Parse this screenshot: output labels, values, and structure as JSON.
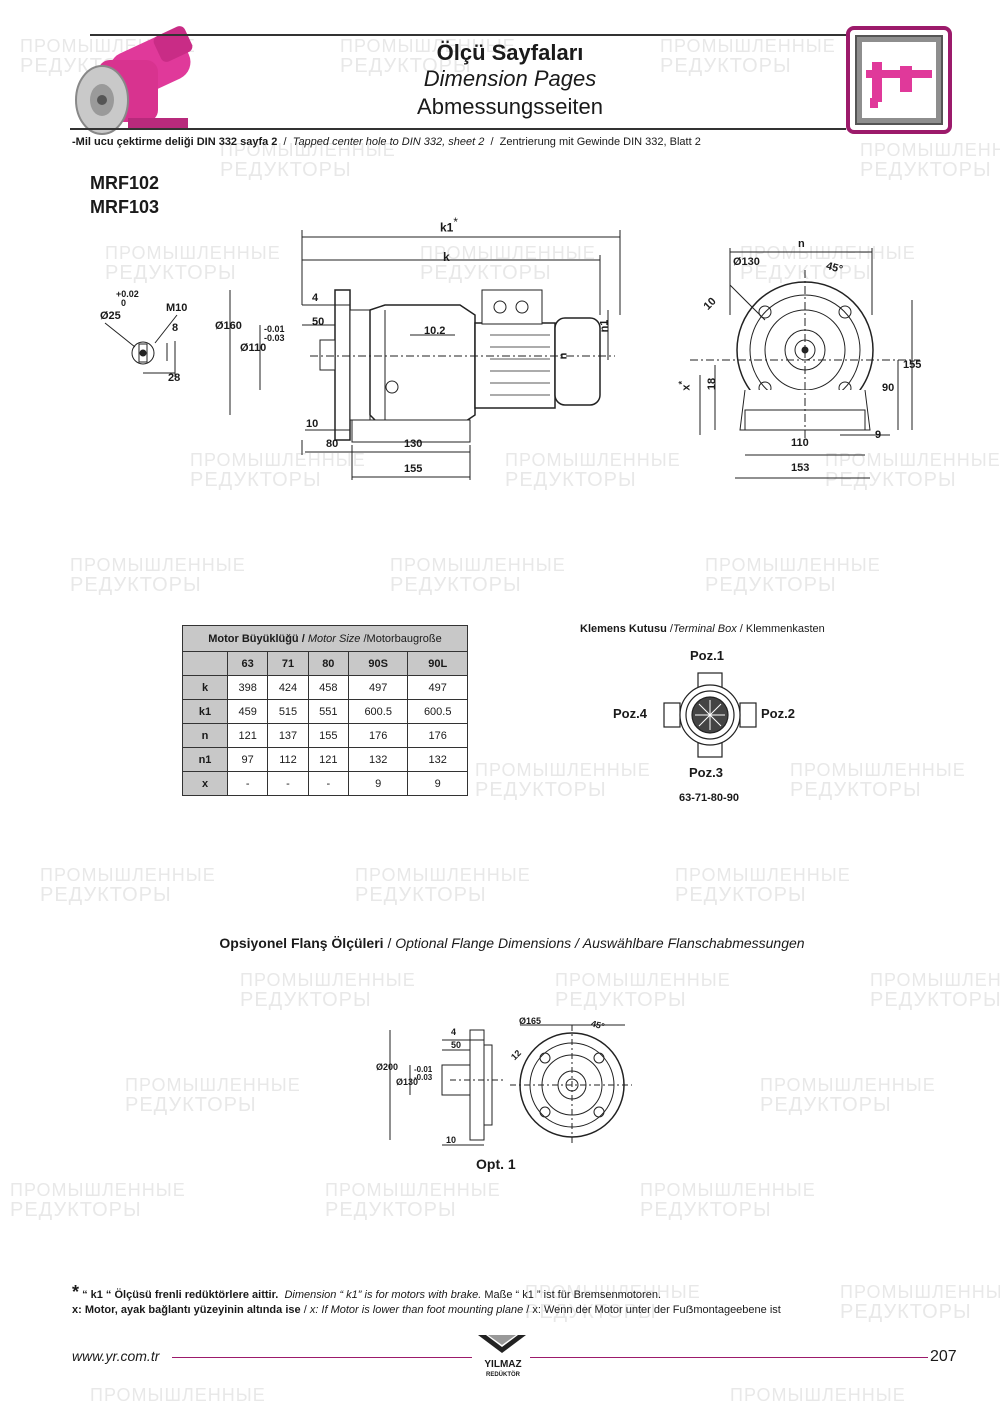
{
  "header": {
    "title_tr": "Ölçü Sayfaları",
    "title_en": "Dimension Pages",
    "title_de": "Abmessungsseiten"
  },
  "note": {
    "tr": "-Mil ucu çektirme deliği DIN 332 sayfa 2",
    "sep1": "/",
    "en": "Tapped center hole to DIN 332, sheet 2",
    "sep2": "/",
    "de": "Zentrierung mit Gewinde DIN 332, Blatt 2"
  },
  "models": [
    "MRF102",
    "MRF103"
  ],
  "watermark": {
    "line1": "ПРОМЫШЛЕННЫЕ",
    "line2": "РЕДУКТОРЫ"
  },
  "drawing_labels": {
    "shaft": {
      "tol_top": "+0.02",
      "tol_bot": "0",
      "dia": "Ø25",
      "thread": "M10",
      "key": "8",
      "height": "28"
    },
    "side": {
      "k1": "k1",
      "star": "*",
      "k": "k",
      "d160": "Ø160",
      "d110": "Ø110",
      "tol1": "-0.01",
      "tol2": "-0.03",
      "dim4": "4",
      "dim50": "50",
      "dim10_2": "10.2",
      "n": "n",
      "n1": "n1",
      "dim10": "10",
      "dim80": "80",
      "dim130": "130",
      "dim155": "155"
    },
    "front": {
      "n": "n",
      "d130": "Ø130",
      "angle": "45°",
      "dim10": "10",
      "x": "x",
      "star": "*",
      "dim18": "18",
      "dim90": "90",
      "dim155": "155",
      "dim9": "9",
      "dim110": "110",
      "dim153": "153"
    }
  },
  "motor_table": {
    "caption_tr": "Motor Büyüklüğü",
    "caption_sep": "/",
    "caption_en": "Motor Size",
    "caption_sep2": "/",
    "caption_de": "Motorbaugroße",
    "columns": [
      "63",
      "71",
      "80",
      "90S",
      "90L"
    ],
    "rows": [
      {
        "label": "k",
        "values": [
          "398",
          "424",
          "458",
          "497",
          "497"
        ]
      },
      {
        "label": "k1",
        "values": [
          "459",
          "515",
          "551",
          "600.5",
          "600.5"
        ]
      },
      {
        "label": "n",
        "values": [
          "121",
          "137",
          "155",
          "176",
          "176"
        ]
      },
      {
        "label": "n1",
        "values": [
          "97",
          "112",
          "121",
          "132",
          "132"
        ]
      },
      {
        "label": "x",
        "values": [
          "-",
          "-",
          "-",
          "9",
          "9"
        ]
      }
    ]
  },
  "terminal_box": {
    "title_tr": "Klemens Kutusu",
    "sep1": "/",
    "title_en": "Terminal Box",
    "sep2": "/",
    "title_de": "Klemmenkasten",
    "poz1": "Poz.1",
    "poz2": "Poz.2",
    "poz3": "Poz.3",
    "poz4": "Poz.4",
    "sizes": "63-71-80-90"
  },
  "optional_flange": {
    "title_tr": "Opsiyonel Flanş Ölçüleri",
    "sep1": "/",
    "title_en": "Optional Flange Dimensions",
    "sep2": "/",
    "title_de": "Auswählbare Flanschabmessungen",
    "labels": {
      "d200": "Ø200",
      "d130": "Ø130",
      "tol1": "-0.01",
      "tol2": "-0.03",
      "dim4": "4",
      "dim50": "50",
      "dim10": "10",
      "d165": "Ø165",
      "angle": "45°",
      "dim12": "12"
    },
    "caption": "Opt. 1"
  },
  "footnotes": {
    "star": "*",
    "line1_tr": "“ k1 “ Ölçüsü frenli redüktörlere aittir.",
    "line1_en": "Dimension “ k1” is for motors with brake.",
    "line1_de": "Maße “ k1 ” ist für Bremsenmotoren.",
    "line2_tr": "x: Motor, ayak bağlantı yüzeyinin altında ise",
    "line2_sep1": "/",
    "line2_en": "x: If Motor is lower than foot mounting plane",
    "line2_sep2": "/",
    "line2_de": "x: Wenn der Motor unter der Fuẞmontageebene ist"
  },
  "footer": {
    "url": "www.yr.com.tr",
    "brand": "YILMAZ",
    "brand_sub": "REDÜKTÖR",
    "page": "207"
  },
  "colors": {
    "accent": "#9c1a6b",
    "motor_pink": "#e0399a",
    "table_header": "#c8c8c8"
  }
}
